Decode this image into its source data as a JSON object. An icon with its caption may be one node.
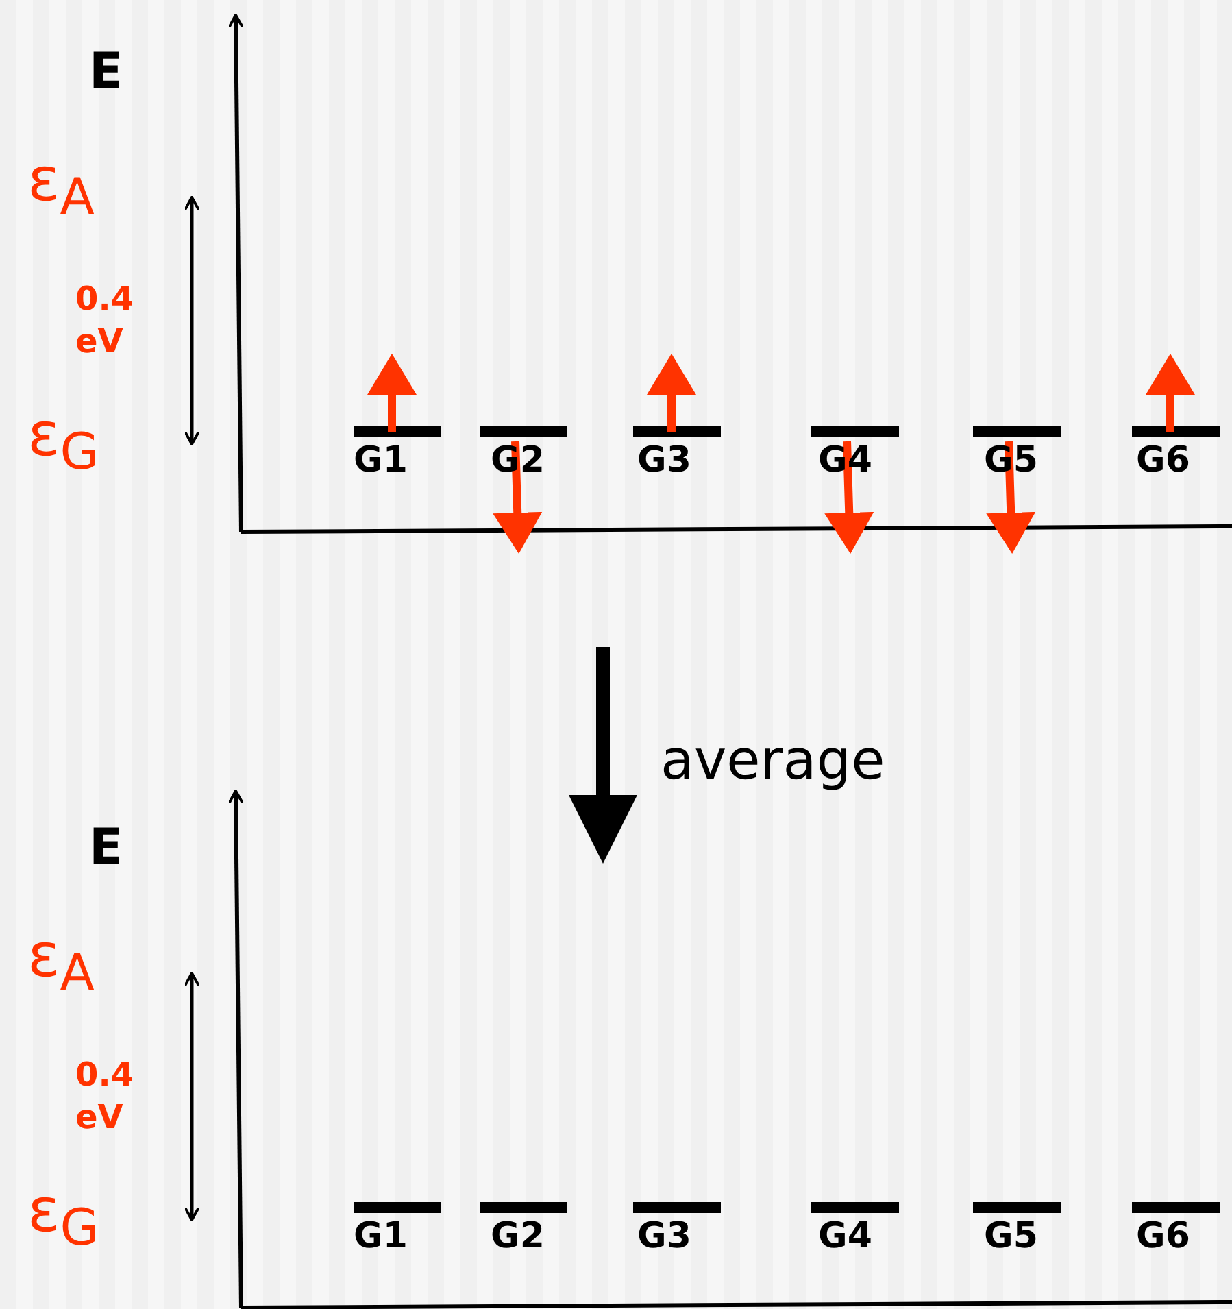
{
  "diagram": {
    "labels": [
      "E",
      "ε$_{A}$",
      "0.4 eV",
      "ε$_{G}$",
      "G1",
      "G2",
      "G3",
      "G4",
      "G5",
      "G6",
      "average",
      "E",
      "ε$_{A}$",
      "0.4 eV",
      "ε$_{G}$",
      "G1",
      "G2",
      "G3",
      "G4",
      "G5",
      "G6"
    ]
  }
}
